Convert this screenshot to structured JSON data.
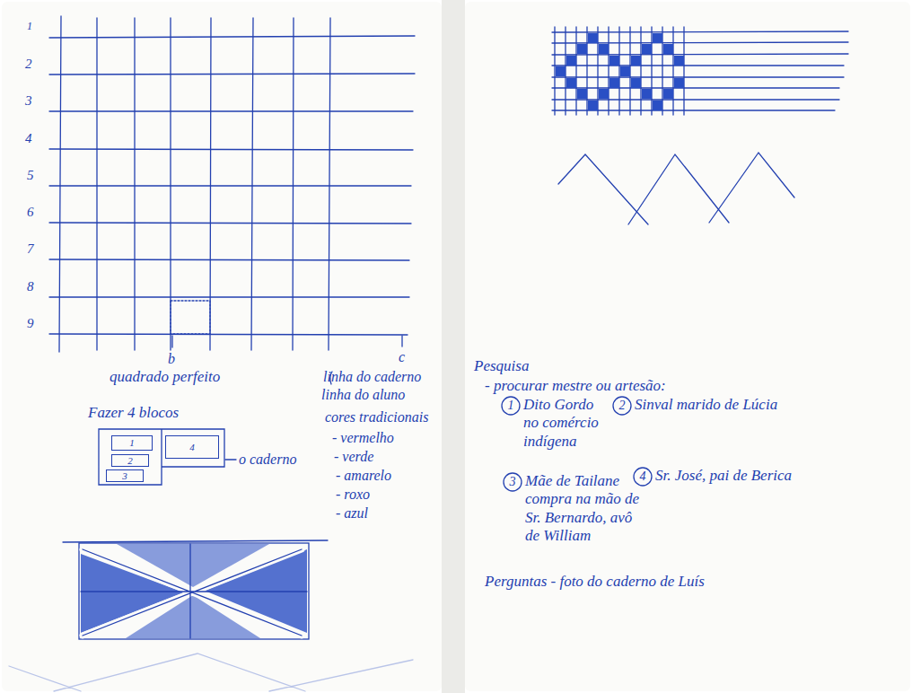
{
  "diagram": {
    "nodes": [
      {
        "text": [
          "1"
        ]
      },
      {
        "text": [
          "2"
        ]
      },
      {
        "text": [
          "3"
        ]
      },
      {
        "text": [
          "4"
        ]
      },
      {
        "text": [
          "1"
        ]
      },
      {
        "text": [
          "2"
        ]
      },
      {
        "text": [
          "3"
        ]
      },
      {
        "text": [
          "4"
        ]
      }
    ],
    "labels": [
      "1",
      "2",
      "3",
      "4",
      "5",
      "6",
      "7",
      "8",
      "9",
      "b",
      "quadrado perfeito",
      "c",
      "linha do caderno",
      "linha do aluno",
      "Fazer 4 blocos",
      "o caderno",
      "cores tradicionais",
      "- vermelho",
      "- verde",
      "- amarelo",
      "- roxo",
      "- azul",
      "Pesquisa",
      "- procurar mestre ou artesão:",
      "Dito Gordo no comércio indígena",
      "Sinval marido de Lúcia",
      "Mãe de Tailane compra na mão de Sr. Bernardo, avô de William",
      "Sr. José, pai de Berica",
      "Perguntas - foto do caderno de Luís"
    ]
  }
}
